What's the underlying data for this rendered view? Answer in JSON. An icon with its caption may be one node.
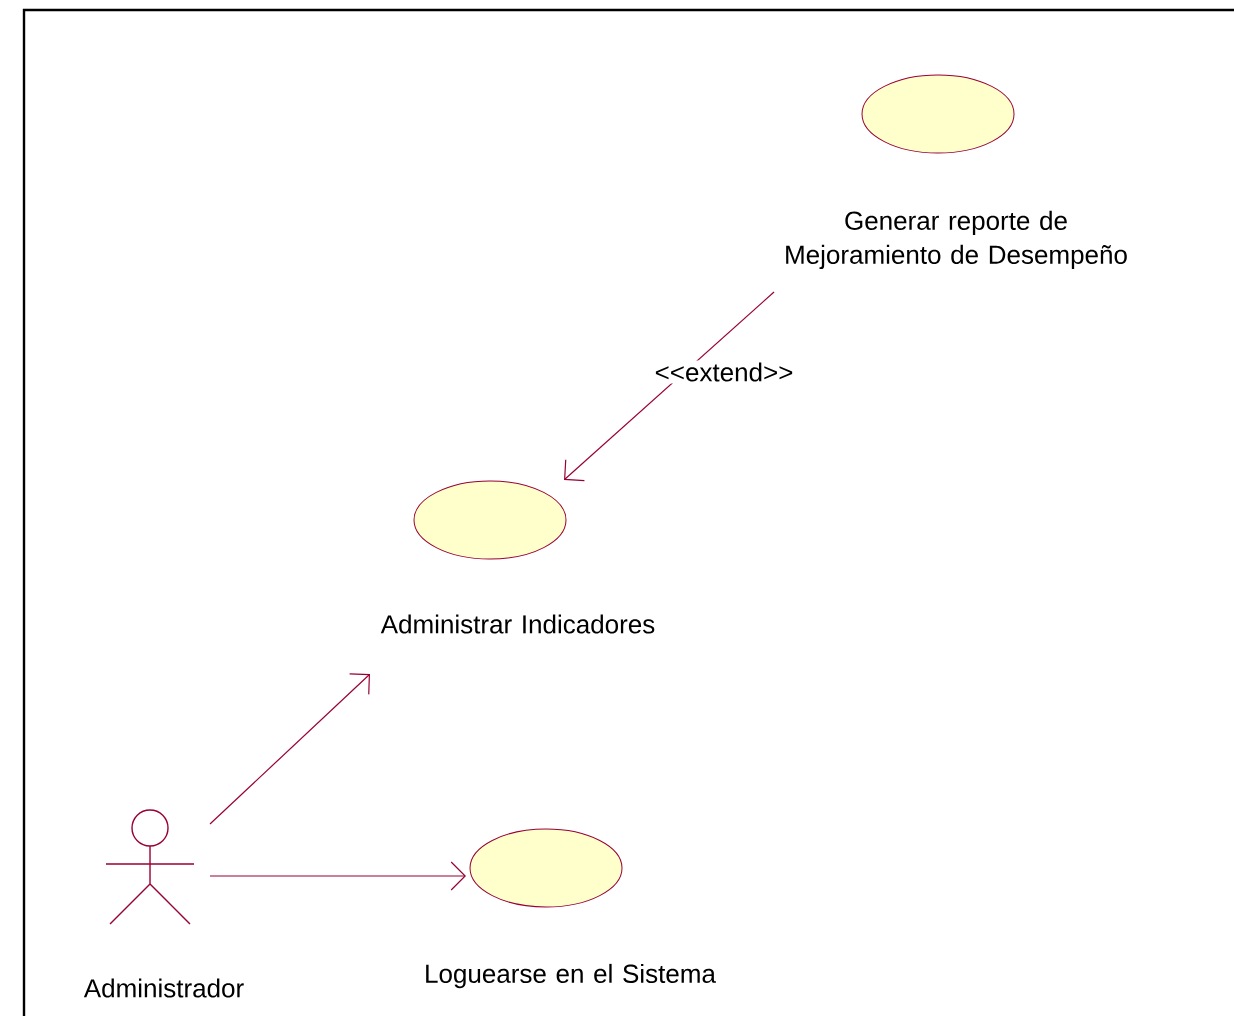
{
  "diagram": {
    "nodes": [
      {
        "text": [
          "Generar reporte de Mejoramiento de Desempeño"
        ]
      },
      {
        "text": [
          "Administrar Indicadores"
        ]
      },
      {
        "text": [
          "Loguearse en el Sistema"
        ]
      },
      {
        "text": [
          "Administrador"
        ]
      }
    ],
    "edges": [
      {
        "from": 0,
        "to": 1,
        "arrow": "to",
        "label": "<<extend>>"
      },
      {
        "from": 3,
        "to": 1,
        "arrow": "to"
      },
      {
        "from": 3,
        "to": 2,
        "arrow": "to"
      }
    ]
  }
}
